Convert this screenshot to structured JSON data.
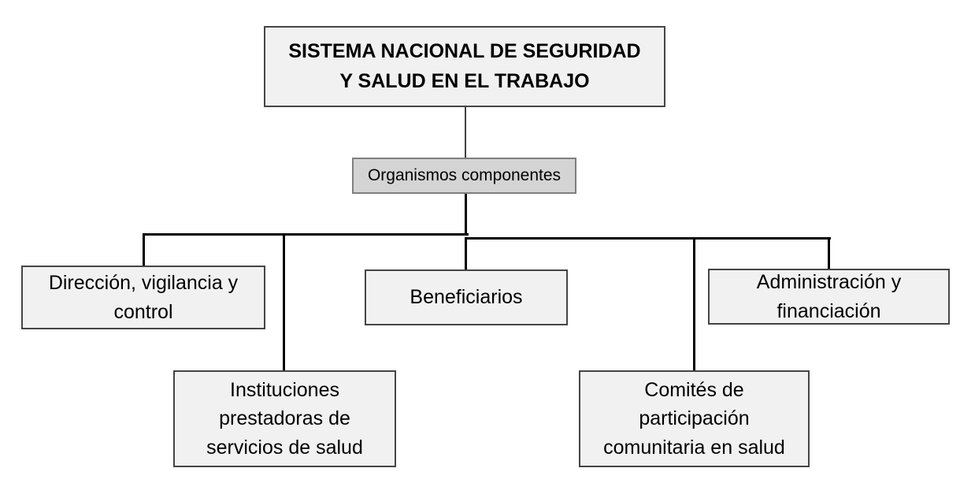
{
  "diagram": {
    "type": "org-chart",
    "title": {
      "text": "SISTEMA NACIONAL DE SEGURIDAD\nY SALUD EN EL TRABAJO"
    },
    "connector_label": {
      "text": "Organismos componentes"
    },
    "nodes": {
      "direccion": {
        "text": "Dirección, vigilancia y\ncontrol"
      },
      "instituciones": {
        "text": "Instituciones\nprestadoras de\nservicios de salud"
      },
      "beneficiarios": {
        "text": "Beneficiarios"
      },
      "comites": {
        "text": "Comités de\nparticipación\ncomunitaria en salud"
      },
      "administracion": {
        "text": "Administración y\nfinanciación"
      }
    },
    "hierarchy": {
      "root": "SISTEMA NACIONAL DE SEGURIDAD Y SALUD EN EL TRABAJO",
      "child": "Organismos componentes",
      "children_of_child": [
        "Dirección, vigilancia y control",
        "Instituciones prestadoras de servicios de salud",
        "Beneficiarios",
        "Comités de participación comunitaria en salud",
        "Administración y financiación"
      ]
    },
    "colors": {
      "box_fill": "#f1f1f1",
      "box_border": "#454545",
      "mid_box_fill": "#d4d4d4",
      "mid_box_border": "#7f7f7f",
      "line": "#000000",
      "text": "#000000",
      "background": "#ffffff"
    }
  }
}
